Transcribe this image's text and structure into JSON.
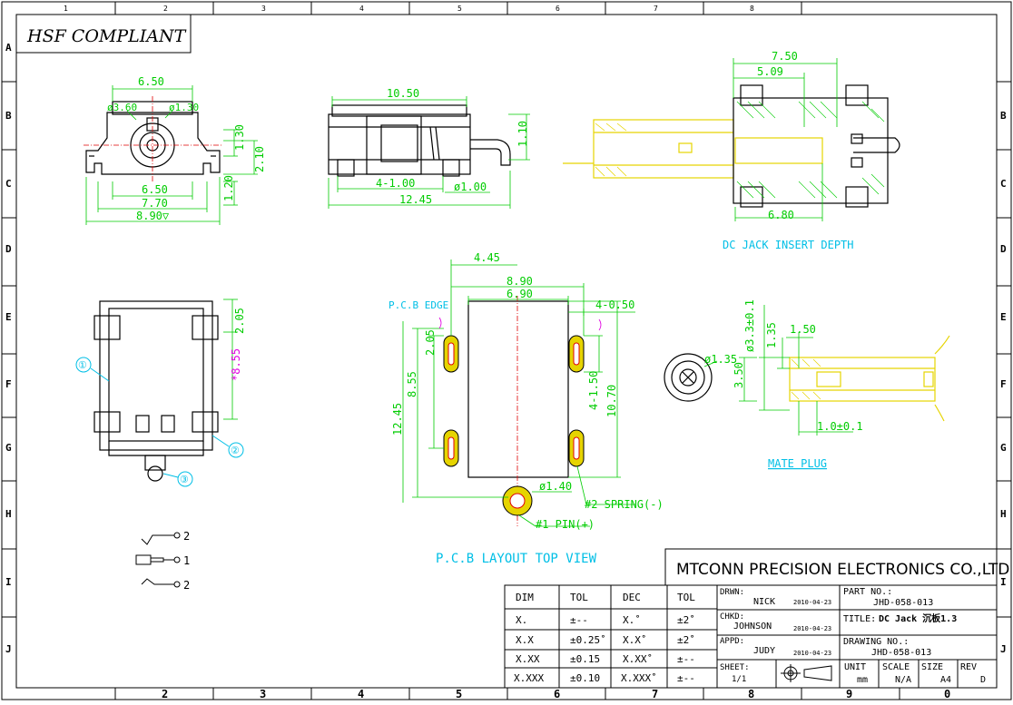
{
  "frame": {
    "top_columns": [
      "1",
      "2",
      "3",
      "4",
      "5",
      "6",
      "7",
      "8"
    ],
    "bottom_columns": [
      "2",
      "3",
      "4",
      "5",
      "6",
      "7",
      "8",
      "9",
      "0"
    ],
    "rows": [
      "A",
      "B",
      "C",
      "D",
      "E",
      "F",
      "G",
      "H",
      "I",
      "J"
    ]
  },
  "compliance_label": "HSF COMPLIANT",
  "front_view": {
    "dim_width_top": "6.50",
    "hole_large": "ø3.60",
    "hole_small": "ø1.30",
    "dim_inner_width": "6.50",
    "dim_mid_width": "7.70",
    "dim_overall_width": "8.90▽",
    "dim_h1": "1.30",
    "dim_h2": "2.10",
    "dim_h3": "1.20"
  },
  "side_view": {
    "dim_length_top": "10.50",
    "dim_pin_offset": "4-1.00",
    "dim_pin_dia": "ø1.00",
    "dim_overall_length": "12.45",
    "dim_pin_height": "1.10"
  },
  "insert_view": {
    "dim_overall": "7.50",
    "dim_partial": "5.09",
    "dim_depth": "6.80",
    "caption": "DC JACK INSERT DEPTH"
  },
  "top_view": {
    "dim_top": "2.05",
    "dim_side": "*8.55",
    "callouts": [
      "①",
      "②",
      "③"
    ]
  },
  "pcb_layout": {
    "dim_offset": "4.45",
    "dim_outer_width": "8.90",
    "dim_inner_width": "6.90",
    "dim_slot_width": "4-0.50",
    "edge_label": "P.C.B EDGE",
    "dim_slot_top": "2.05",
    "dim_slot_spacing": "8.55",
    "dim_overall_length": "12.45",
    "dim_slot_length": "4-1.50",
    "dim_body_length": "10.70",
    "pin_hole": "ø1.40",
    "label_spring": "#2 SPRING(-)",
    "label_pin": "#1 PIN(+)",
    "caption": "P.C.B LAYOUT TOP VIEW"
  },
  "mate_plug": {
    "dim_pin_hole": "ø1.35",
    "dim_dia": "ø3.3±0.1",
    "dim_a": "1.35",
    "dim_b": "1.50",
    "dim_height": "3.50",
    "dim_tip": "1.0±0.1",
    "caption": "MATE PLUG"
  },
  "schematic": {
    "terminals": [
      "2",
      "1",
      "2"
    ]
  },
  "title_block": {
    "company": "MTCONN PRECISION ELECTRONICS CO.,LTD",
    "tolerance_headers": [
      "DIM",
      "TOL",
      "DEC",
      "TOL"
    ],
    "tolerance_rows": [
      [
        "X.",
        "±--",
        "X.˚",
        "±2˚"
      ],
      [
        "X.X",
        "±0.25˚",
        "X.X˚",
        "±2˚"
      ],
      [
        "X.XX",
        "±0.15",
        "X.XX˚",
        "±--"
      ],
      [
        "X.XXX",
        "±0.10",
        "X.XXX˚",
        "±--"
      ]
    ],
    "drawn_label": "DRWN:",
    "drawn_name": "NICK",
    "drawn_date": "2010-04-23",
    "checked_label": "CHKD:",
    "checked_name": "JOHNSON",
    "checked_date": "2010-04-23",
    "approved_label": "APPD:",
    "approved_name": "JUDY",
    "approved_date": "2010-04-23",
    "sheet_label": "SHEET:",
    "sheet_value": "1/1",
    "part_no_label": "PART NO.:",
    "part_no": "JHD-058-013",
    "title_label": "TITLE:",
    "title_value": "DC Jack 沉板1.3",
    "drawing_no_label": "DRAWING NO.:",
    "drawing_no": "JHD-058-013",
    "unit_label": "UNIT",
    "unit_value": "mm",
    "scale_label": "SCALE",
    "scale_value": "N/A",
    "size_label": "SIZE",
    "size_value": "A4",
    "rev_label": "REV",
    "rev_value": "D"
  }
}
